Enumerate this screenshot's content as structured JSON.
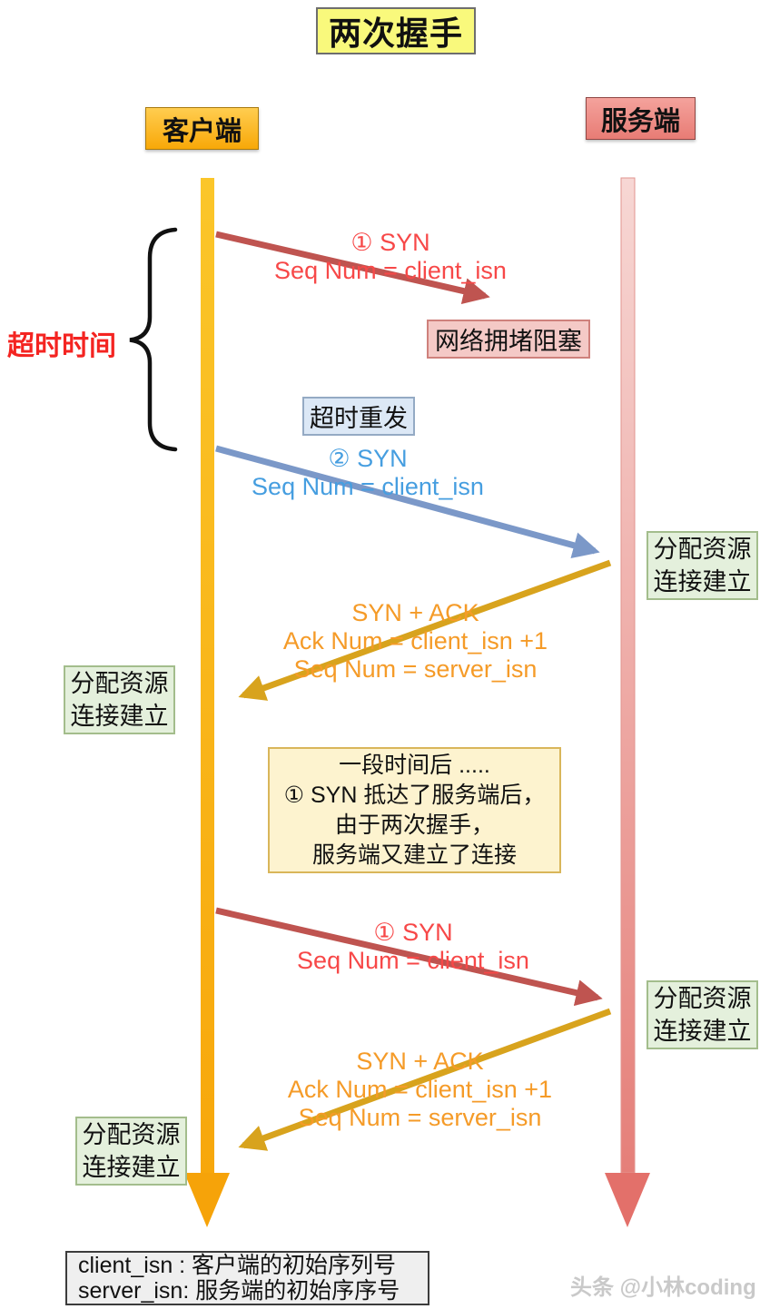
{
  "title": "两次握手",
  "actors": {
    "client": "客户端",
    "server": "服务端"
  },
  "left_labels": {
    "timeout": "超时时间"
  },
  "boxes": {
    "congestion": "网络拥堵阻塞",
    "retransmission": "超时重发",
    "allocate": {
      "line1": "分配资源",
      "line2": "连接建立"
    }
  },
  "messages": {
    "syn_first": {
      "title": "① SYN",
      "seq": "Seq Num = client_isn"
    },
    "syn_retry": {
      "title": "② SYN",
      "seq": "Seq Num = client_isn"
    },
    "synack": {
      "title": "SYN + ACK",
      "ack": "Ack Num =  client_isn +1",
      "seq": "Seq Num = server_isn"
    }
  },
  "note": {
    "line1": "一段时间后 .....",
    "line2": "① SYN 抵达了服务端后，",
    "line3": "由于两次握手，",
    "line4": "服务端又建立了连接"
  },
  "legend": {
    "line1": "client_isn :  客户端的初始序列号",
    "line2": "server_isn:  服务端的初始序序号"
  },
  "watermark": "头条 @小林coding",
  "colors": {
    "title_bg": "#f9f97c",
    "client_lifeline": "#f8a808",
    "server_lifeline": "#e8817b",
    "arrow_red": "#bf5450",
    "arrow_blue": "#7b98c8",
    "arrow_gold": "#d8a31d",
    "text_red": "#f74848",
    "text_blue": "#469ee0",
    "text_orange": "#f59b28",
    "green_box_bg": "#e4f0dc",
    "pink_box_bg": "#f4c9c6",
    "blue_box_bg": "#dce8f6",
    "note_bg": "#fdf3cf"
  }
}
